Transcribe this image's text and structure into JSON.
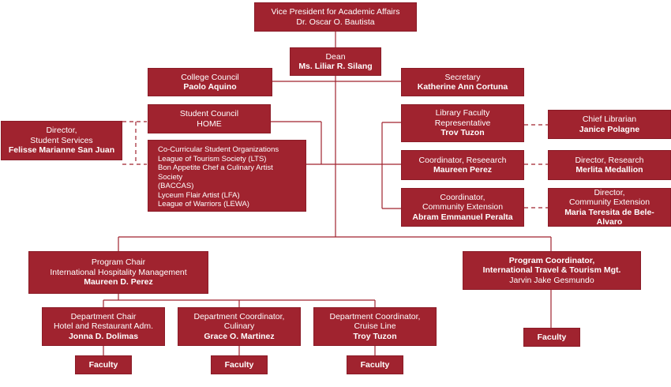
{
  "colors": {
    "box": "#a0232f",
    "line": "#a0232f",
    "text": "#ffffff"
  },
  "vp": {
    "title": "Vice President for Academic Affairs",
    "name": "Dr. Oscar O. Bautista"
  },
  "dean": {
    "title": "Dean",
    "name": "Ms. Liliar  R. Silang"
  },
  "college_council": {
    "title": "College Council",
    "name": "Paolo Aquino"
  },
  "secretary": {
    "title": "Secretary",
    "name": "Katherine Ann Cortuna"
  },
  "student_council": {
    "line1": "Student Council",
    "line2": "HOME"
  },
  "student_services": {
    "line1": "Director,",
    "line2": "Student Services",
    "name": "Felisse Marianne San Juan"
  },
  "cocurricular": {
    "title": "Co-Curricular Student Organizations",
    "items": [
      "League of Tourism Society (LTS)",
      "Bon Appetite Chef a Culinary Artist Society",
      "(BACCAS)",
      "Lyceum Flair Artist (LFA)",
      "League of Warriors (LEWA)"
    ]
  },
  "library_faculty": {
    "line1": "Library Faculty",
    "line2": "Representative",
    "name": "Trov Tuzon"
  },
  "chief_librarian": {
    "title": "Chief Librarian",
    "name": "Janice Polagne"
  },
  "coord_research": {
    "title": "Coordinator, Reseearch",
    "name": "Maureen Perez"
  },
  "dir_research": {
    "title": "Director, Research",
    "name": "Merlita Medallion"
  },
  "coord_extension": {
    "line1": "Coordinator,",
    "line2": "Community Extension",
    "name": "Abram Emmanuel Peralta"
  },
  "dir_extension": {
    "line1": "Director,",
    "line2": "Community Extension",
    "name": "Maria Teresita de Bele-Alvaro"
  },
  "program_chair": {
    "line1": "Program Chair",
    "line2": "International Hospitality Management",
    "name": "Maureen D. Perez"
  },
  "program_coord": {
    "line1": "Program Coordinator,",
    "line2": "International Travel & Tourism Mgt.",
    "name": "Jarvin Jake Gesmundo"
  },
  "dept_hra": {
    "line1": "Department Chair",
    "line2": "Hotel and Restaurant Adm.",
    "name": "Jonna D. Dolimas"
  },
  "dept_culinary": {
    "line1": "Department Coordinator,",
    "line2": "Culinary",
    "name": "Grace O. Martinez"
  },
  "dept_cruise": {
    "line1": "Department Coordinator,",
    "line2": "Cruise Line",
    "name": "Troy Tuzon"
  },
  "faculty": {
    "label": "Faculty"
  }
}
